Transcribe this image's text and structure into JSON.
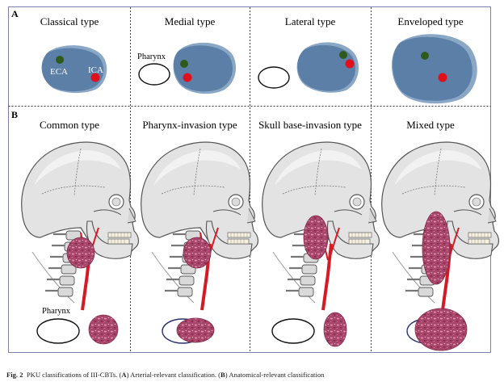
{
  "panel_a": {
    "label": "A",
    "types": [
      {
        "title": "Classical type",
        "labels": [
          "ECA",
          "ICA"
        ]
      },
      {
        "title": "Medial type",
        "labels": [
          "Pharynx"
        ]
      },
      {
        "title": "Lateral type",
        "labels": []
      },
      {
        "title": "Enveloped type",
        "labels": []
      }
    ]
  },
  "panel_b": {
    "label": "B",
    "types": [
      {
        "title": "Common type"
      },
      {
        "title": "Pharynx-invasion type"
      },
      {
        "title": "Skull base-invasion type"
      },
      {
        "title": "Mixed type"
      }
    ],
    "pharynx_label": "Pharynx"
  },
  "caption": {
    "fig_label": "Fig. 2",
    "text": "PKU classifications of III-CBTs. (",
    "a_letter": "A",
    "a_text": ") Arterial-relevant classification. (",
    "b_letter": "B",
    "b_text": ") Anatomical-relevant classification"
  },
  "colors": {
    "tumor_blue": "#5b7fa6",
    "tumor_blue_light": "#8aa7c6",
    "eca_green": "#2f5a1e",
    "ica_red": "#e0101c",
    "tumor_mass": "#a8456a",
    "skull": "#e3e3e3",
    "border": "#7c7fa8"
  }
}
